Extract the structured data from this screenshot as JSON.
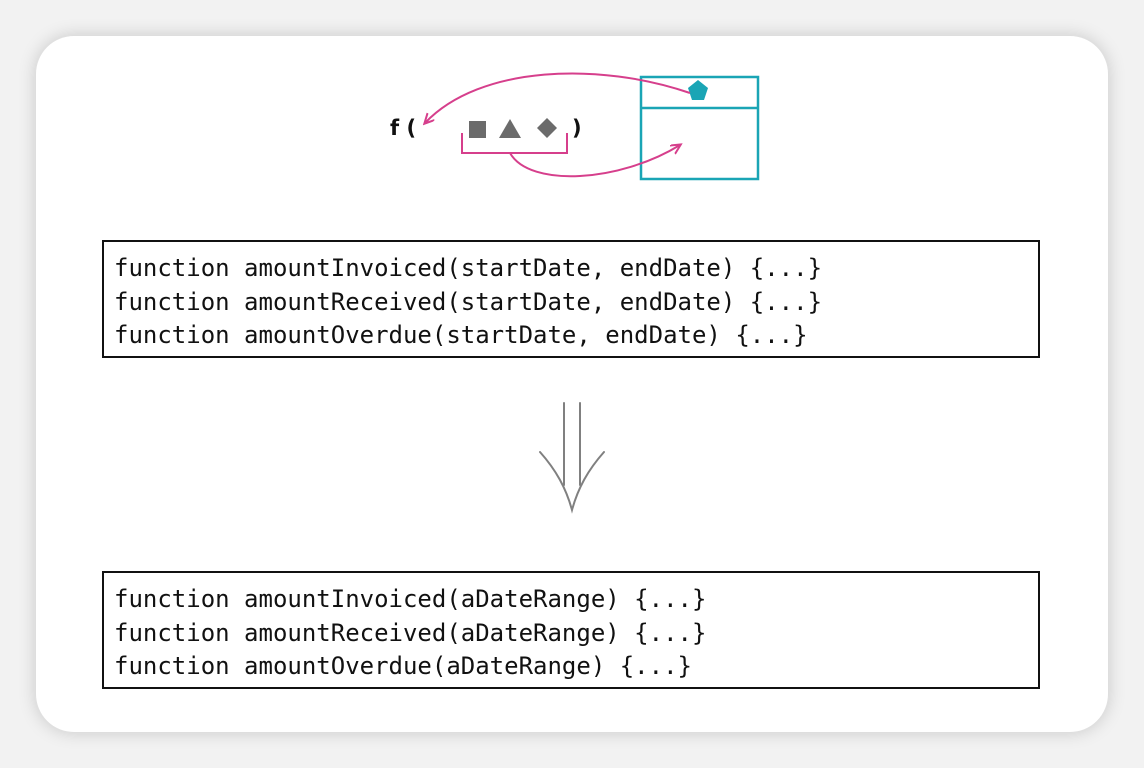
{
  "colors": {
    "arrow_magenta": "#d63f8c",
    "param_object_teal": "#1aa5b5",
    "shape_gray": "#6b6b6b",
    "text_black": "#111111",
    "transform_arrow_gray": "#808080"
  },
  "icons": {
    "shapes": [
      "square-icon",
      "triangle-icon",
      "diamond-icon"
    ],
    "object_member": "pentagon-icon"
  },
  "function_signature": {
    "open": "f (",
    "close": ")"
  },
  "before": {
    "lines": [
      "function amountInvoiced(startDate, endDate) {...}",
      "function amountReceived(startDate, endDate) {...}",
      "function amountOverdue(startDate, endDate) {...}"
    ]
  },
  "after": {
    "lines": [
      "function amountInvoiced(aDateRange) {...}",
      "function amountReceived(aDateRange) {...}",
      "function amountOverdue(aDateRange) {...}"
    ]
  }
}
